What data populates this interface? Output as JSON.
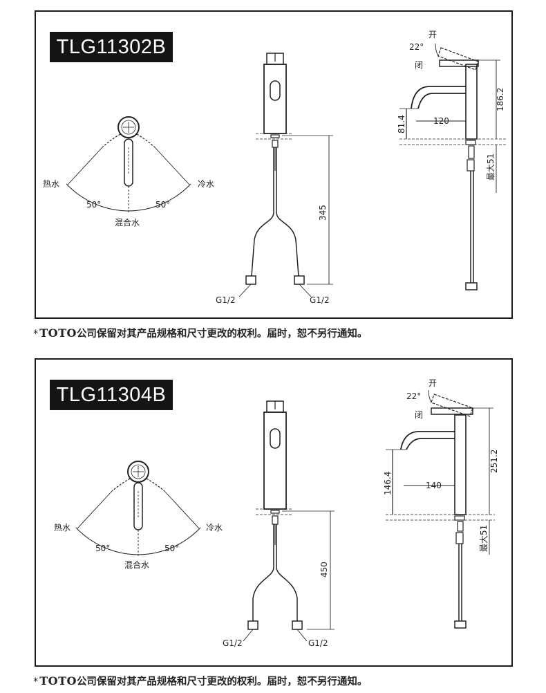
{
  "panels": [
    {
      "model": "TLG11302B",
      "labels": {
        "hot": "热水",
        "cold": "冷水",
        "mix": "混合水",
        "angle_left": "50°",
        "angle_right": "50°",
        "open": "开",
        "close": "闭",
        "tilt": "22°",
        "inlet_left": "G1/2",
        "inlet_right": "G1/2",
        "hose_length": "345",
        "spout_reach": "120",
        "spout_height": "81.4",
        "total_height": "186.2",
        "max_deck": "最大51"
      }
    },
    {
      "model": "TLG11304B",
      "labels": {
        "hot": "热水",
        "cold": "冷水",
        "mix": "混合水",
        "angle_left": "50°",
        "angle_right": "50°",
        "open": "开",
        "close": "闭",
        "tilt": "22°",
        "inlet_left": "G1/2",
        "inlet_right": "G1/2",
        "hose_length": "450",
        "spout_reach": "140",
        "spout_height": "146.4",
        "total_height": "251.2",
        "max_deck": "最大51"
      }
    }
  ],
  "disclaimer": {
    "star": "*",
    "brand": "TOTO",
    "text": "公司保留对其产品规格和尺寸更改的权利。届时，恕不另行通知。"
  }
}
